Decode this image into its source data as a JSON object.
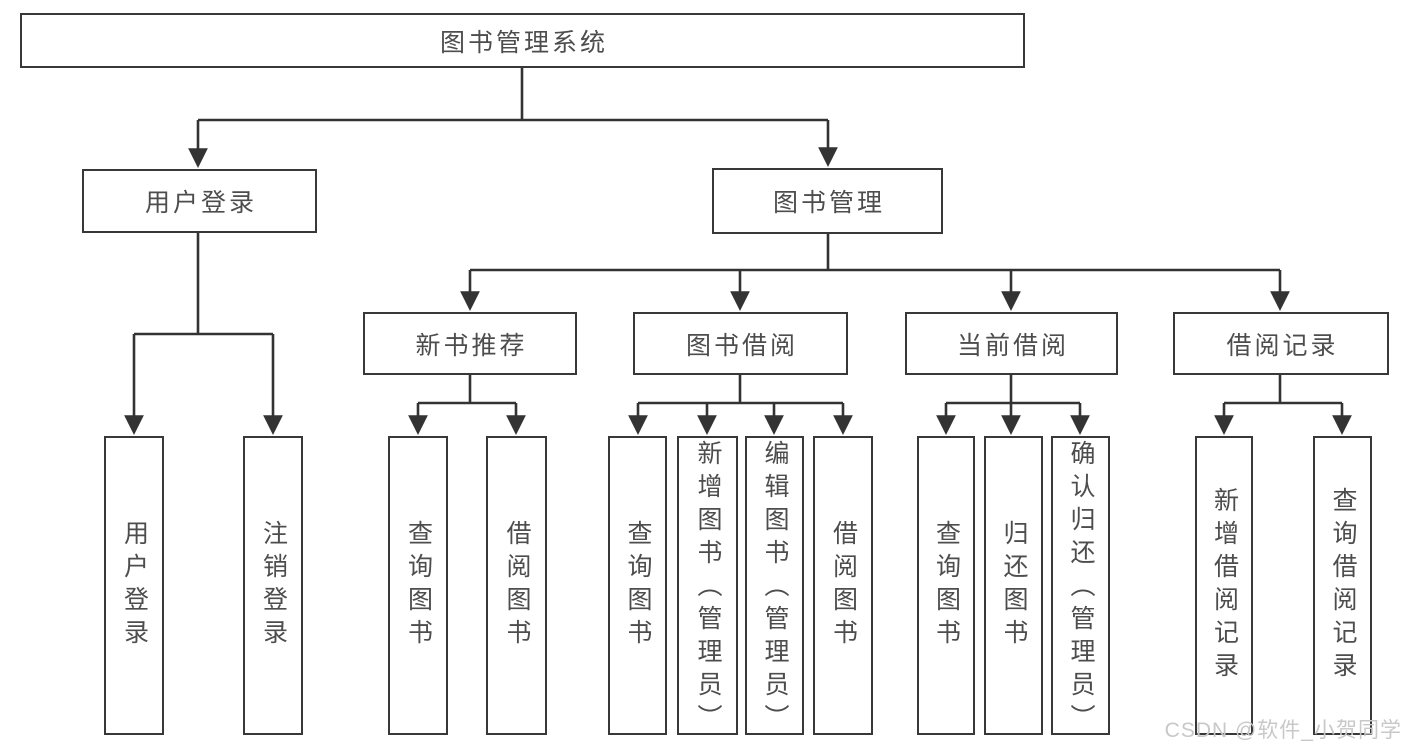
{
  "diagram": {
    "root": {
      "label": "图书管理系统"
    },
    "branches": [
      {
        "label": "用户登录",
        "children": [
          {
            "label": "用户登录"
          },
          {
            "label": "注销登录"
          }
        ]
      },
      {
        "label": "图书管理",
        "children": [
          {
            "label": "新书推荐",
            "children": [
              {
                "label": "查询图书"
              },
              {
                "label": "借阅图书"
              }
            ]
          },
          {
            "label": "图书借阅",
            "children": [
              {
                "label": "查询图书"
              },
              {
                "label": "新增图书（管理员）"
              },
              {
                "label": "编辑图书（管理员）"
              },
              {
                "label": "借阅图书"
              }
            ]
          },
          {
            "label": "当前借阅",
            "children": [
              {
                "label": "查询图书"
              },
              {
                "label": "归还图书"
              },
              {
                "label": "确认归还（管理员）"
              }
            ]
          },
          {
            "label": "借阅记录",
            "children": [
              {
                "label": "新增借阅记录"
              },
              {
                "label": "查询借阅记录"
              }
            ]
          }
        ]
      }
    ]
  },
  "watermark": {
    "text": "CSDN @软件_小贺同学"
  },
  "colors": {
    "border": "#383838",
    "line": "#333333",
    "text": "#4d4d4d",
    "watermark": "#c8c8c8",
    "background": "#ffffff"
  }
}
